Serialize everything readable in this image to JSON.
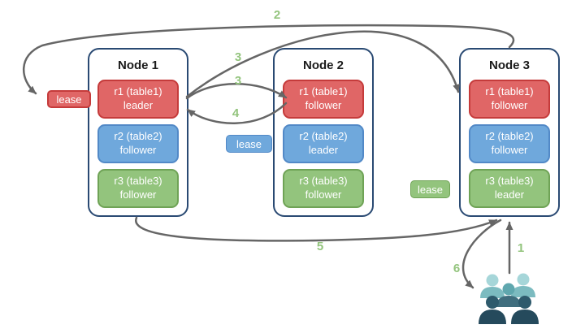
{
  "diagram": {
    "nodes": [
      {
        "title": "Node 1",
        "replicas": [
          {
            "label": "r1 (table1)",
            "role": "leader",
            "color": "#e06666"
          },
          {
            "label": "r2 (table2)",
            "role": "follower",
            "color": "#6fa8dc"
          },
          {
            "label": "r3 (table3)",
            "role": "follower",
            "color": "#93c47d"
          }
        ]
      },
      {
        "title": "Node 2",
        "replicas": [
          {
            "label": "r1 (table1)",
            "role": "follower",
            "color": "#e06666"
          },
          {
            "label": "r2 (table2)",
            "role": "leader",
            "color": "#6fa8dc"
          },
          {
            "label": "r3 (table3)",
            "role": "follower",
            "color": "#93c47d"
          }
        ]
      },
      {
        "title": "Node 3",
        "replicas": [
          {
            "label": "r1 (table1)",
            "role": "follower",
            "color": "#e06666"
          },
          {
            "label": "r2 (table2)",
            "role": "follower",
            "color": "#6fa8dc"
          },
          {
            "label": "r3 (table3)",
            "role": "leader",
            "color": "#93c47d"
          }
        ]
      }
    ],
    "leases": [
      {
        "label": "lease",
        "color": "#e06666"
      },
      {
        "label": "lease",
        "color": "#6fa8dc"
      },
      {
        "label": "lease",
        "color": "#93c47d"
      }
    ],
    "steps": [
      "1",
      "2",
      "3",
      "3",
      "4",
      "5",
      "6"
    ],
    "icons": {
      "users": "users-icon"
    },
    "colors": {
      "red": "#e06666",
      "blue": "#6fa8dc",
      "green": "#93c47d",
      "node_border": "#2a4a73",
      "arrow": "#666666",
      "step_text": "#93c47d",
      "users_light_head": "#a6d6d9",
      "users_light_body": "#7cbbc0",
      "users_medium_head": "#5fa7ae",
      "users_medium_body": "#406e7e",
      "users_dark_head": "#2e5a6c",
      "users_dark_body": "#254a5c"
    }
  }
}
